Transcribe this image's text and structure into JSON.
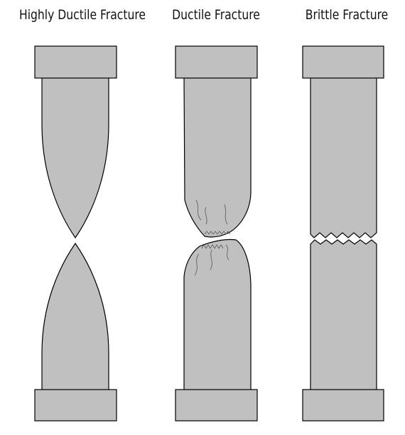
{
  "titles": {
    "highly_ductile": "Highly Ductile Fracture",
    "ductile": "Ductile Fracture",
    "brittle": "Brittle Fracture"
  },
  "colors": {
    "specimen_fill": "#c0c0c0",
    "outline": "#000000",
    "background": "#ffffff"
  }
}
